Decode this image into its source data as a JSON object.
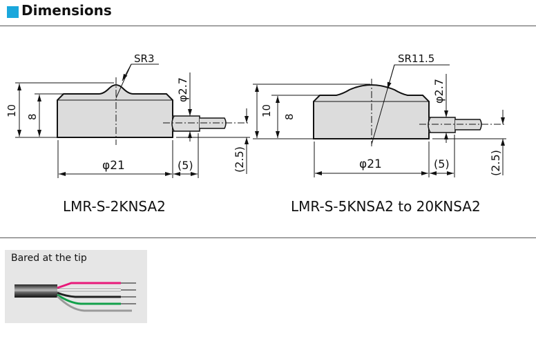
{
  "header": {
    "title": "Dimensions",
    "accent": "#1aa7dc"
  },
  "drawings": [
    {
      "model": "LMR-S-2KNSA2",
      "sr": "SR3",
      "height": "10",
      "body_height": "8",
      "diameter": "φ21",
      "cable_diameter": "φ2.7",
      "cable_length": "(5)",
      "cable_offset": "(2.5)"
    },
    {
      "model": "LMR-S-5KNSA2 to 20KNSA2",
      "sr": "SR11.5",
      "height": "10",
      "body_height": "8",
      "diameter": "φ21",
      "cable_diameter": "φ2.7",
      "cable_length": "(5)",
      "cable_offset": "(2.5)"
    }
  ],
  "cable_tip": {
    "label": "Bared at the tip",
    "wire_colors": [
      "#e8197a",
      "#ffffff",
      "#222222",
      "#12a04a",
      "#9a9a9a"
    ]
  }
}
